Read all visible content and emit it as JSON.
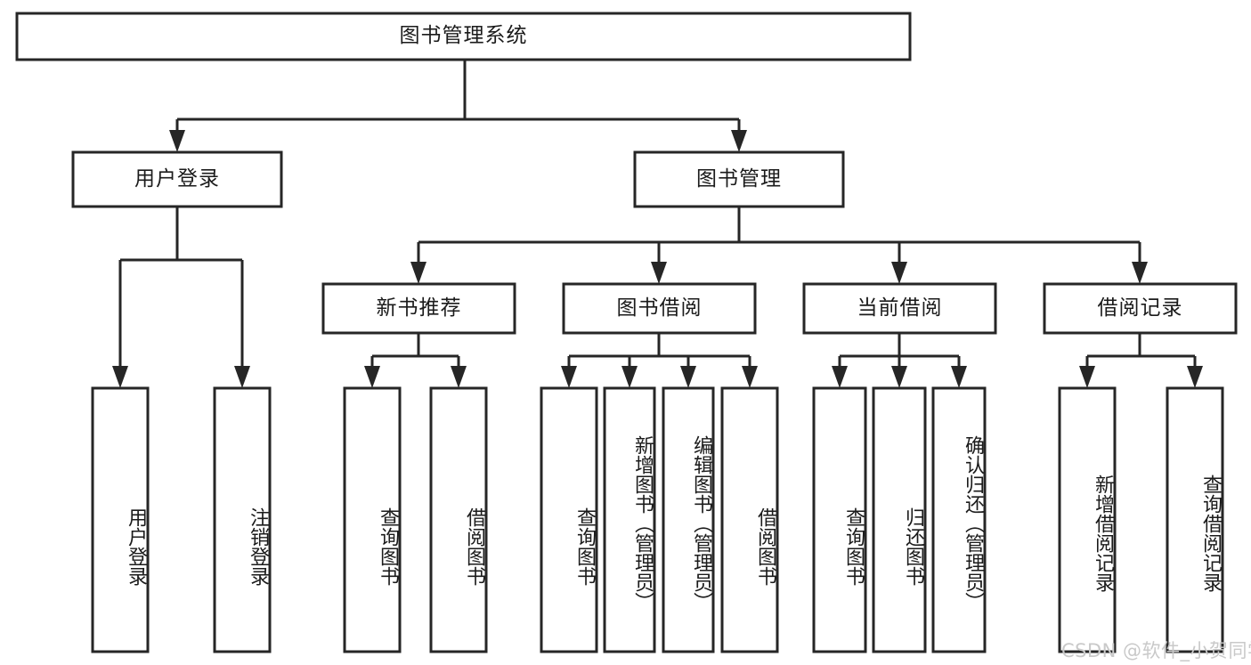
{
  "diagram": {
    "type": "tree",
    "title": "图书管理系统",
    "watermark": "CSDN @软件_小贺同学",
    "colors": {
      "stroke": "#262626",
      "fill": "#ffffff",
      "text": "#1b1b1b",
      "watermark": "#c9c9c9",
      "background": "#ffffff"
    },
    "levels": {
      "root": {
        "label": "图书管理系统"
      },
      "level2": [
        {
          "label": "用户登录"
        },
        {
          "label": "图书管理"
        }
      ],
      "level3": [
        {
          "label": "新书推荐"
        },
        {
          "label": "图书借阅"
        },
        {
          "label": "当前借阅"
        },
        {
          "label": "借阅记录"
        }
      ]
    },
    "nodes": {
      "root": "图书管理系统",
      "user_login": "用户登录",
      "book_manage": "图书管理",
      "new_book_rec": "新书推荐",
      "book_borrow": "图书借阅",
      "current_borrow": "当前借阅",
      "borrow_record": "借阅记录",
      "leaf_user_login": "用户登录",
      "leaf_user_logout": "注销登录",
      "leaf_query_book_1": "查询图书",
      "leaf_borrow_book_1": "借阅图书",
      "leaf_query_book_2": "查询图书",
      "leaf_add_book_admin": "新增图书（管理员）",
      "leaf_edit_book_admin": "编辑图书（管理员）",
      "leaf_borrow_book_2": "借阅图书",
      "leaf_query_book_3": "查询图书",
      "leaf_return_book": "归还图书",
      "leaf_confirm_return_admin": "确认归还（管理员）",
      "leaf_add_record": "新增借阅记录",
      "leaf_query_record": "查询借阅记录"
    }
  }
}
